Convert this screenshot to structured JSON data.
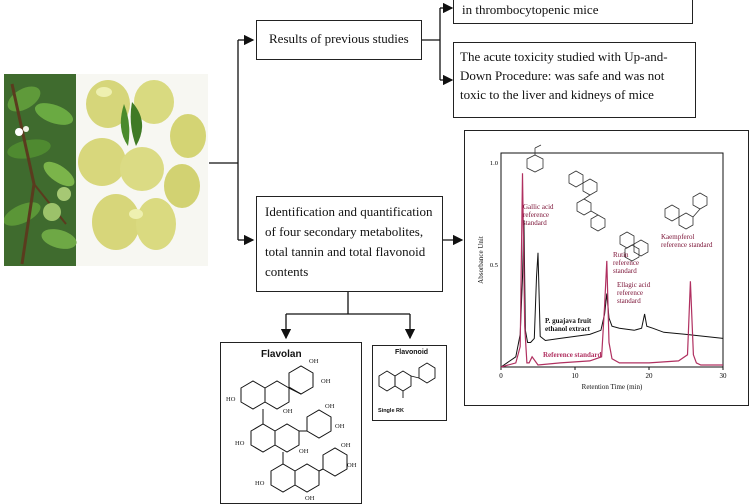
{
  "flow": {
    "results_box": "Results of previous studies",
    "top_box": "in thrombocytopenic mice",
    "toxicity_box": "The acute toxicity studied with Up-and-Down Procedure: was safe and was not toxic to the liver and kidneys of mice",
    "identification_box": "Identification and quantification of four secondary metabolites, total tannin and total flavonoid contents"
  },
  "structures": {
    "flavolan_title": "Flavolan",
    "flavonoid_title": "Flavonoid",
    "flavonoid_caption": "Single RK",
    "oh": "OH",
    "ho": "HO"
  },
  "chart_data": {
    "type": "line",
    "xlabel": "Retention Time (min)",
    "ylabel": "Absorbance Unit",
    "xlim": [
      0,
      30
    ],
    "x_ticks": [
      "0",
      "10",
      "20",
      "30"
    ],
    "y_tick_labels": [
      "1.0",
      "0.5"
    ],
    "annotations": {
      "gallic": "Gallic acid reference standard",
      "rutin": "Rutin reference standard",
      "ellagic": "Ellagic acid reference standard",
      "kaempferol": "Kaempferol reference standard",
      "extract": "P. guajava fruit ethanol extract",
      "reference": "Reference standard"
    },
    "series": [
      {
        "name": "P. guajava fruit ethanol extract",
        "color": "#111111",
        "x": [
          0.0,
          2.0,
          2.6,
          2.9,
          3.1,
          3.3,
          3.6,
          4.0,
          4.5,
          4.8,
          5.0,
          5.3,
          6.0,
          8.0,
          10.0,
          12.0,
          13.5,
          14.0,
          14.3,
          14.6,
          15.0,
          16.0,
          18.0,
          19.0,
          19.4,
          19.7,
          20.5,
          22.0,
          25.0,
          30.0
        ],
        "y": [
          0.0,
          0.05,
          0.16,
          0.44,
          0.72,
          0.18,
          0.12,
          0.12,
          0.14,
          0.44,
          0.56,
          0.15,
          0.13,
          0.14,
          0.15,
          0.16,
          0.18,
          0.26,
          0.36,
          0.24,
          0.2,
          0.19,
          0.18,
          0.19,
          0.26,
          0.2,
          0.19,
          0.17,
          0.16,
          0.14
        ]
      },
      {
        "name": "Reference standard",
        "color": "#b03060",
        "x": [
          0.0,
          2.0,
          2.6,
          2.9,
          3.2,
          3.5,
          3.8,
          4.2,
          5.0,
          8.0,
          12.0,
          13.6,
          14.0,
          14.3,
          14.6,
          15.0,
          16.0,
          20.0,
          24.0,
          25.2,
          25.6,
          26.0,
          26.4,
          27.0,
          30.0
        ],
        "y": [
          0.0,
          0.02,
          0.1,
          0.95,
          0.2,
          0.02,
          0.02,
          0.05,
          0.01,
          0.02,
          0.03,
          0.05,
          0.3,
          0.52,
          0.12,
          0.04,
          0.02,
          0.02,
          0.03,
          0.06,
          0.42,
          0.06,
          0.02,
          0.01,
          0.01
        ]
      }
    ]
  }
}
